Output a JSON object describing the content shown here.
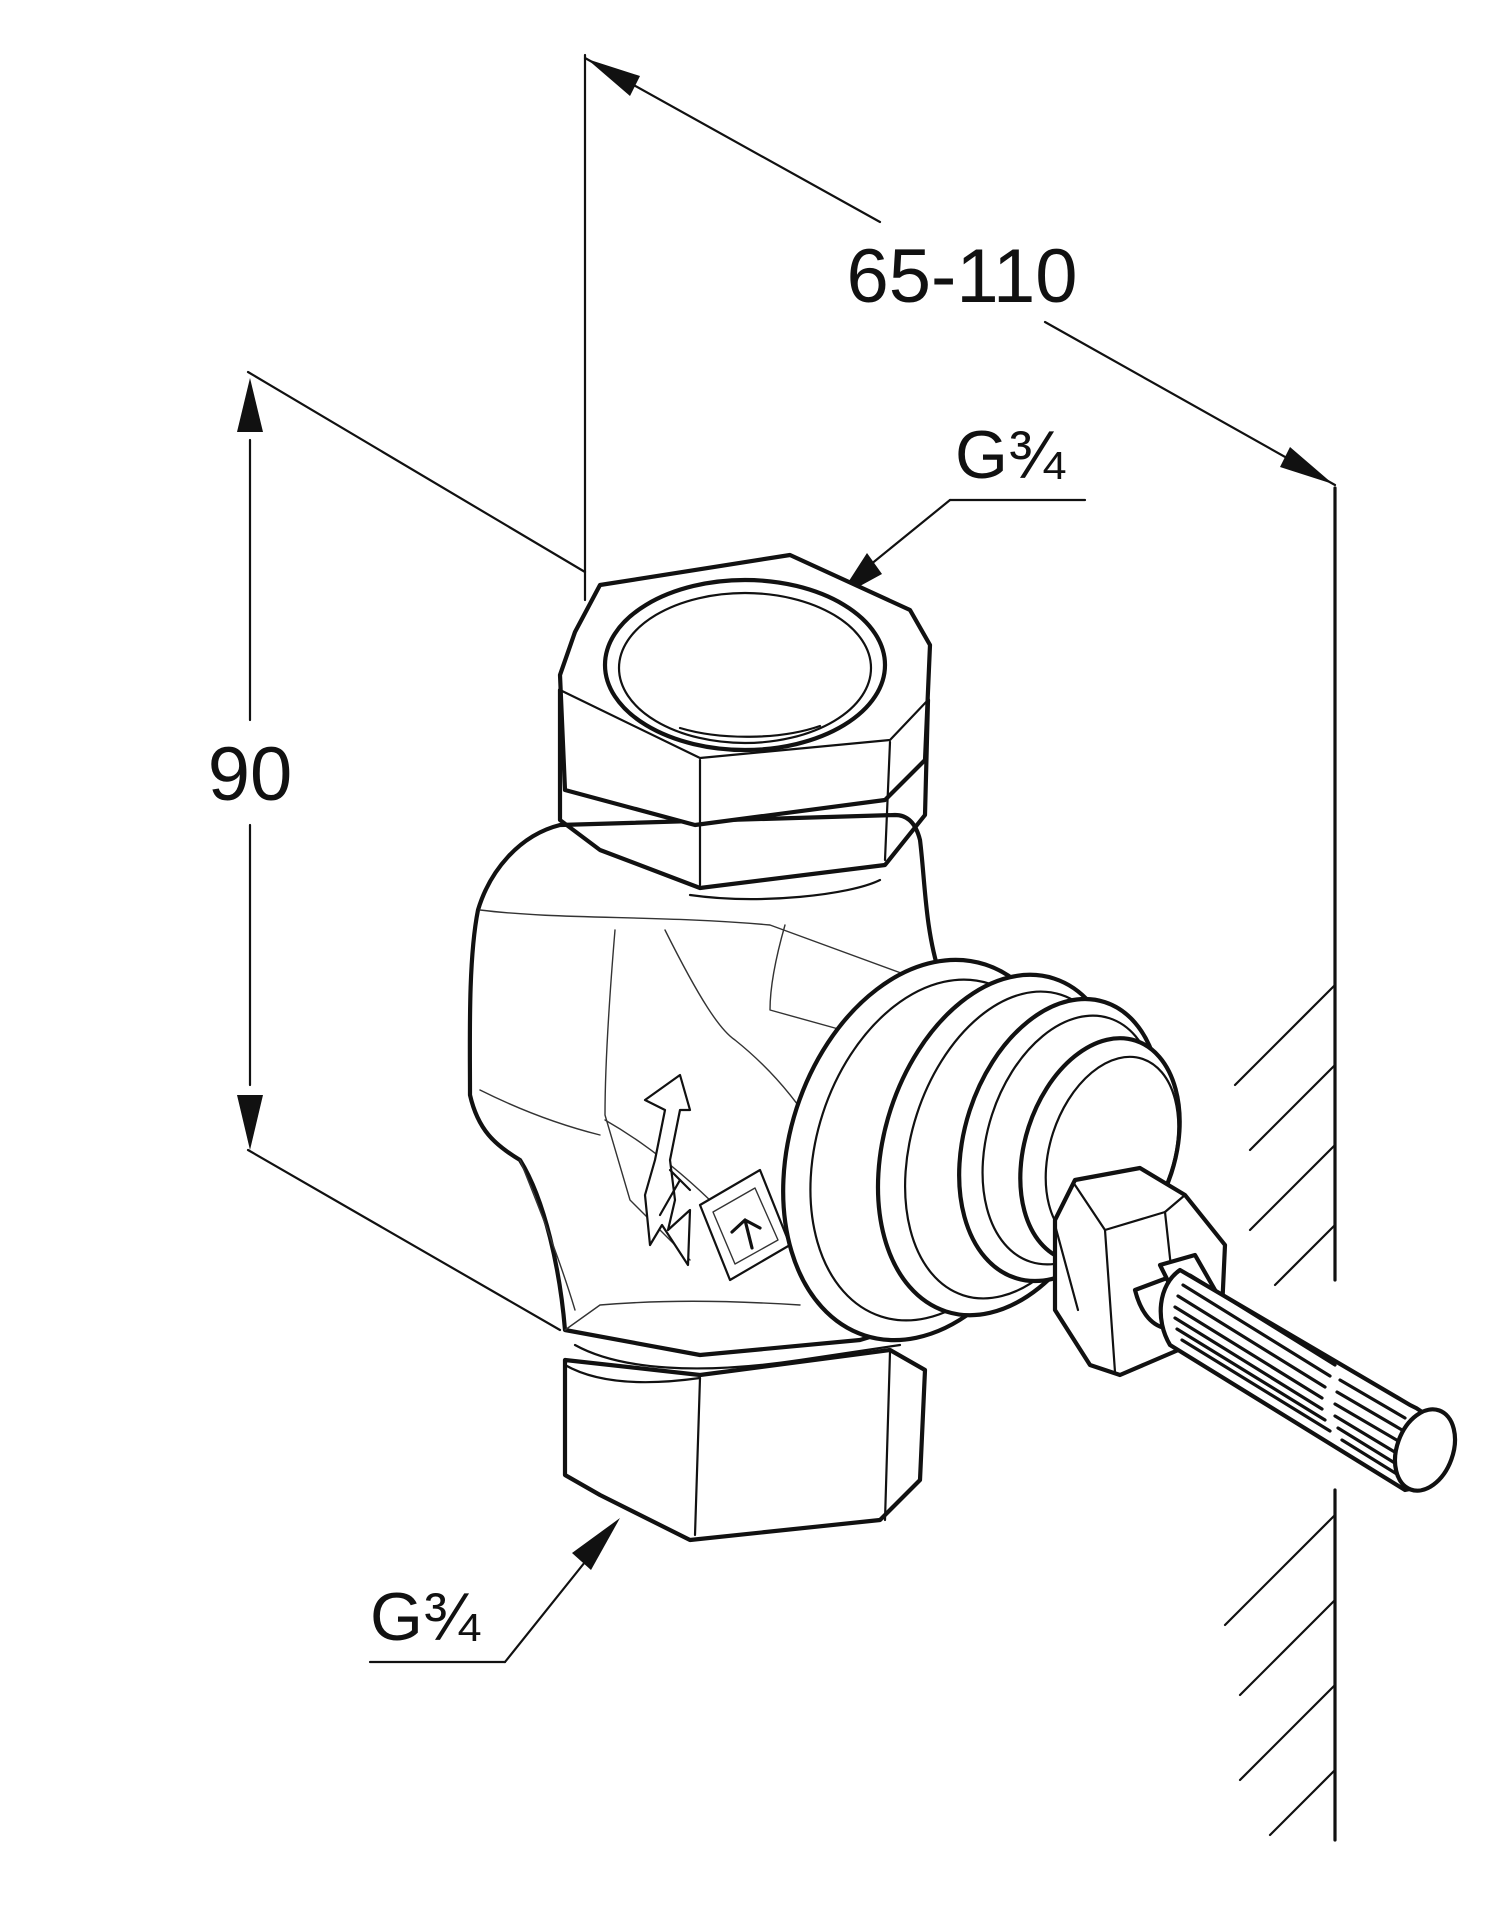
{
  "dimensions": {
    "depth": "65-110",
    "height": "90",
    "thread_top": "G¾",
    "thread_bottom": "G¾"
  }
}
